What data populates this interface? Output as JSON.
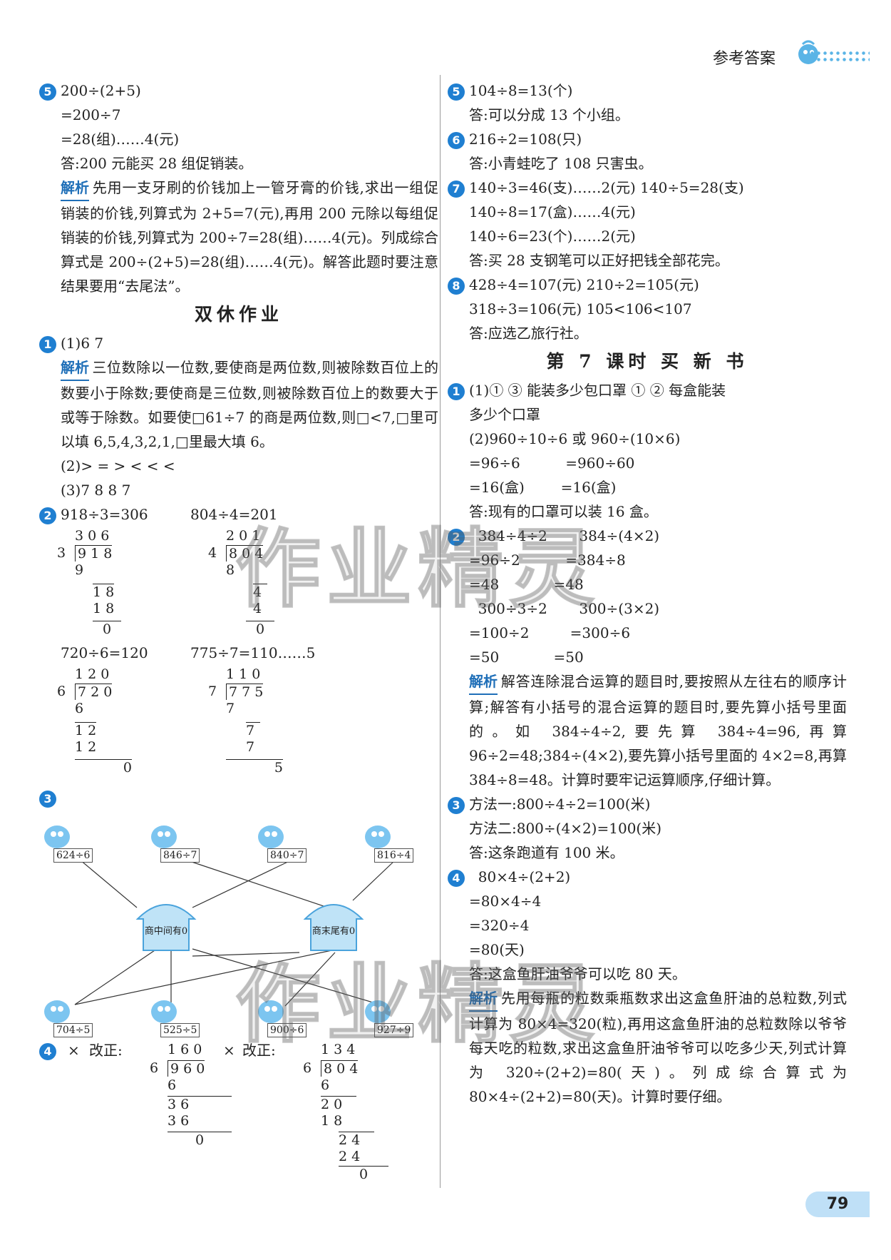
{
  "header": {
    "title": "参考答案"
  },
  "page_number": "79",
  "watermark": "作业精灵",
  "left": {
    "q5": {
      "num": "5",
      "lines": [
        "200÷(2+5)",
        "=200÷7",
        "=28(组)……4(元)",
        "答:200 元能买 28 组促销装。"
      ],
      "analysis_label": "解析",
      "analysis": "先用一支牙刷的价钱加上一管牙膏的价钱,求出一组促销装的价钱,列算式为 2+5=7(元),再用 200 元除以每组促销装的价钱,列算式为 200÷7=28(组)……4(元)。列成综合算式是 200÷(2+5)=28(组)……4(元)。解答此题时要注意结果要用“去尾法”。"
    },
    "section_title": "双休作业",
    "q1": {
      "num": "1",
      "line1": "(1)6  7",
      "analysis_label": "解析",
      "analysis": "三位数除以一位数,要使商是两位数,则被除数百位上的数要小于除数;要使商是三位数,则被除数百位上的数要大于或等于除数。如要使□61÷7 的商是两位数,则□<7,□里可以填 6,5,4,3,2,1,□里最大填 6。",
      "line2": "(2)>  =  >  <  <  <",
      "line3": "(3)7  8  8  7"
    },
    "q2": {
      "num": "2",
      "eq1": "918÷3=306",
      "eq2": "804÷4=201",
      "eq3": "720÷6=120",
      "eq4": "775÷7=110……5",
      "ld1": [
        "3 0 6",
        "3",
        "9 1 8",
        "9",
        "1 8",
        "1 8",
        "0"
      ],
      "ld2": [
        "2 0 1",
        "4",
        "8 0 4",
        "8",
        "4",
        "4",
        "0"
      ],
      "ld3": [
        "1 2 0",
        "6",
        "7 2 0",
        "6",
        "1 2",
        "1 2",
        "0"
      ],
      "ld4": [
        "1 1 0",
        "7",
        "7 7 5",
        "7",
        "7",
        "7",
        "5"
      ]
    },
    "q3": {
      "num": "3",
      "top": [
        "624÷6",
        "846÷7",
        "840÷7",
        "816÷4"
      ],
      "houses": [
        "商中间有0",
        "商末尾有0"
      ],
      "bottom": [
        "704÷5",
        "525÷5",
        "900÷6",
        "927÷9"
      ]
    },
    "q4": {
      "num": "4",
      "mark": "×",
      "label": "改正:",
      "ld1": [
        "1 6 0",
        "6",
        "9 6 0",
        "6",
        "3 6",
        "3 6",
        "0"
      ],
      "ld2": [
        "1 3 4",
        "6",
        "8 0 4",
        "6",
        "2 0",
        "1 8",
        "2 4",
        "2 4",
        "0"
      ]
    }
  },
  "right": {
    "q5": {
      "num": "5",
      "lines": [
        "104÷8=13(个)",
        "答:可以分成 13 个小组。"
      ]
    },
    "q6": {
      "num": "6",
      "lines": [
        "216÷2=108(只)",
        "答:小青蛙吃了 108 只害虫。"
      ]
    },
    "q7": {
      "num": "7",
      "lines": [
        "140÷3=46(支)……2(元)   140÷5=28(支)",
        "140÷8=17(盒)……4(元)",
        "140÷6=23(个)……2(元)",
        "答:买 28 支钢笔可以正好把钱全部花完。"
      ]
    },
    "q8": {
      "num": "8",
      "lines": [
        "428÷4=107(元)   210÷2=105(元)",
        "318÷3=106(元)   105<106<107",
        "答:应选乙旅行社。"
      ]
    },
    "section_title": "第 7 课时  买  新  书",
    "q1": {
      "num": "1",
      "lines": [
        "(1)①  ③  能装多少包口罩  ①  ②  每盒能装",
        "多少个口罩",
        "(2)960÷10÷6 或 960÷(10×6)",
        "=96÷6          =960÷60",
        "=16(盒)        =16(盒)",
        "答:现有的口罩可以装 16 盒。"
      ]
    },
    "q2": {
      "num": "2",
      "lines": [
        "  384÷4÷2       384÷(4×2)",
        "=96÷2          =384÷8",
        "=48            =48",
        "  300÷3÷2       300÷(3×2)",
        "=100÷2         =300÷6",
        "=50            =50"
      ],
      "analysis_label": "解析",
      "analysis": "解答连除混合运算的题目时,要按照从左往右的顺序计算;解答有小括号的混合运算的题目时,要先算小括号里面的。如 384÷4÷2,要先算 384÷4=96,再算 96÷2=48;384÷(4×2),要先算小括号里面的 4×2=8,再算 384÷8=48。计算时要牢记运算顺序,仔细计算。"
    },
    "q3": {
      "num": "3",
      "lines": [
        "方法一:800÷4÷2=100(米)",
        "方法二:800÷(4×2)=100(米)",
        "答:这条跑道有 100 米。"
      ]
    },
    "q4": {
      "num": "4",
      "lines": [
        "  80×4÷(2+2)",
        "=80×4÷4",
        "=320÷4",
        "=80(天)",
        "答:这盒鱼肝油爷爷可以吃 80 天。"
      ],
      "analysis_label": "解析",
      "analysis": "先用每瓶的粒数乘瓶数求出这盒鱼肝油的总粒数,列式计算为 80×4=320(粒),再用这盒鱼肝油的总粒数除以爷爷每天吃的粒数,求出这盒鱼肝油爷爷可以吃多少天,列式计算为 320÷(2+2)=80(天)。列成综合算式为 80×4÷(2+2)=80(天)。计算时要仔细。"
    }
  }
}
